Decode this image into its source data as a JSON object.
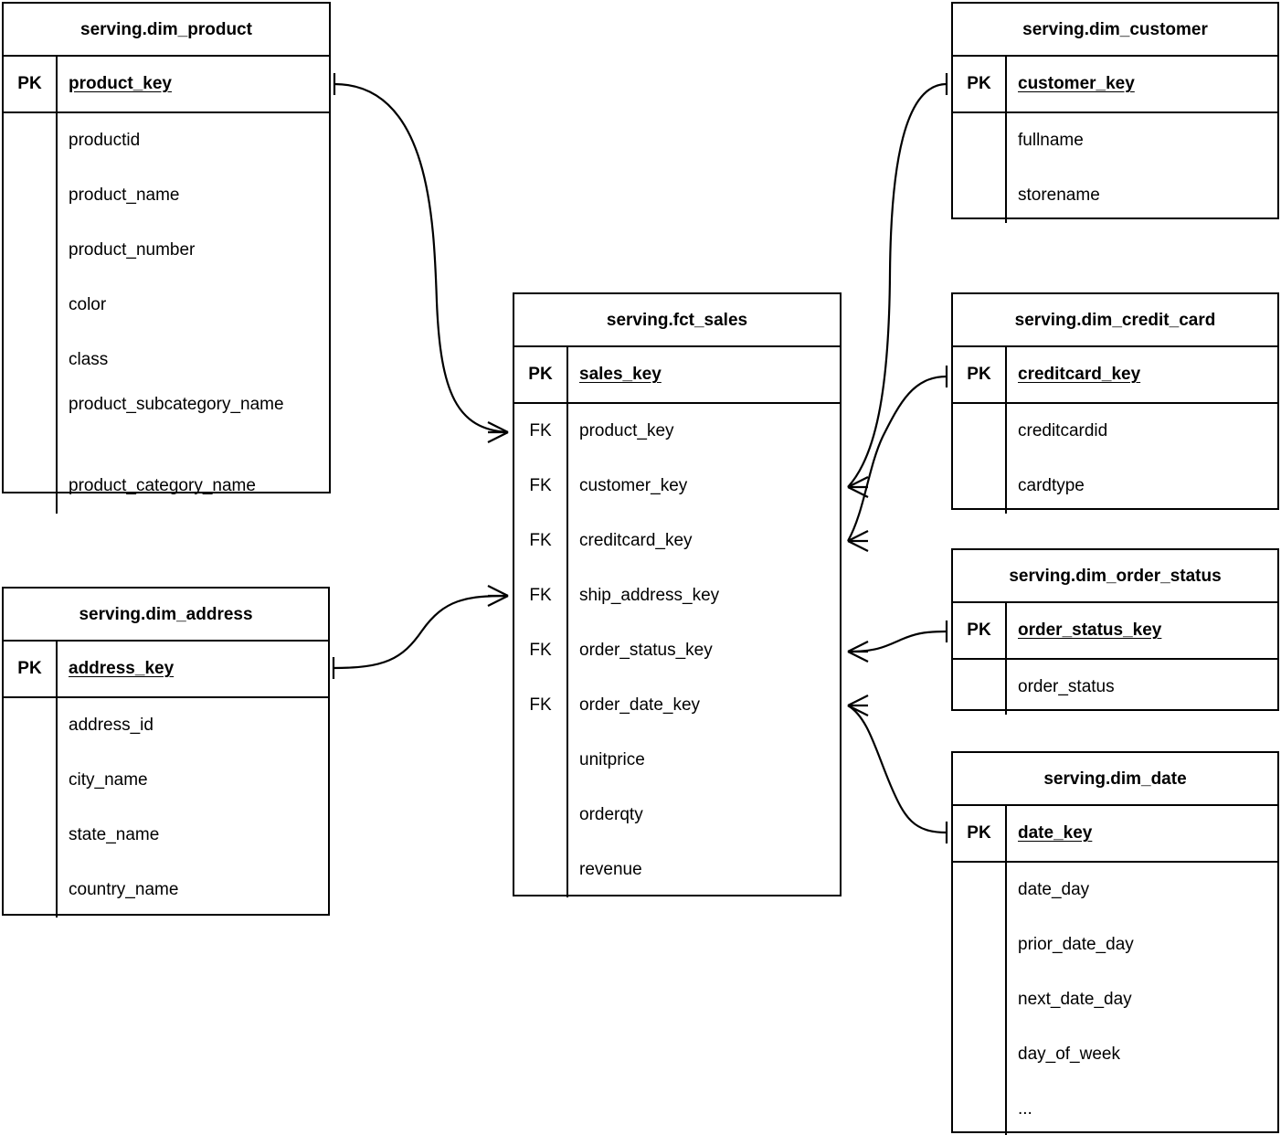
{
  "diagram": {
    "title": "serving layer star schema",
    "notation": "crow-foot",
    "background": "#ffffff",
    "line_color": "#000000"
  },
  "entities": [
    {
      "id": "dim_product",
      "name": "serving.dim_product",
      "pk": {
        "key": "PK",
        "column": "product_key"
      },
      "columns": [
        {
          "key": "",
          "column": "productid"
        },
        {
          "key": "",
          "column": "product_name"
        },
        {
          "key": "",
          "column": "product_number"
        },
        {
          "key": "",
          "column": "color"
        },
        {
          "key": "",
          "column": "class"
        },
        {
          "key": "",
          "column": "product_subcategory_name"
        },
        {
          "key": "",
          "column": "product_category_name"
        }
      ]
    },
    {
      "id": "dim_address",
      "name": "serving.dim_address",
      "pk": {
        "key": "PK",
        "column": "address_key"
      },
      "columns": [
        {
          "key": "",
          "column": "address_id"
        },
        {
          "key": "",
          "column": "city_name"
        },
        {
          "key": "",
          "column": "state_name"
        },
        {
          "key": "",
          "column": "country_name"
        }
      ]
    },
    {
      "id": "fct_sales",
      "name": "serving.fct_sales",
      "pk": {
        "key": "PK",
        "column": "sales_key"
      },
      "columns": [
        {
          "key": "FK",
          "column": "product_key"
        },
        {
          "key": "FK",
          "column": "customer_key"
        },
        {
          "key": "FK",
          "column": "creditcard_key"
        },
        {
          "key": "FK",
          "column": "ship_address_key"
        },
        {
          "key": "FK",
          "column": "order_status_key"
        },
        {
          "key": "FK",
          "column": "order_date_key"
        },
        {
          "key": "",
          "column": "unitprice"
        },
        {
          "key": "",
          "column": "orderqty"
        },
        {
          "key": "",
          "column": "revenue"
        }
      ]
    },
    {
      "id": "dim_customer",
      "name": "serving.dim_customer",
      "pk": {
        "key": "PK",
        "column": "customer_key"
      },
      "columns": [
        {
          "key": "",
          "column": "fullname"
        },
        {
          "key": "",
          "column": "storename"
        }
      ]
    },
    {
      "id": "dim_credit_card",
      "name": "serving.dim_credit_card",
      "pk": {
        "key": "PK",
        "column": "creditcard_key"
      },
      "columns": [
        {
          "key": "",
          "column": "creditcardid"
        },
        {
          "key": "",
          "column": "cardtype"
        }
      ]
    },
    {
      "id": "dim_order_status",
      "name": "serving.dim_order_status",
      "pk": {
        "key": "PK",
        "column": "order_status_key"
      },
      "columns": [
        {
          "key": "",
          "column": "order_status"
        }
      ]
    },
    {
      "id": "dim_date",
      "name": "serving.dim_date",
      "pk": {
        "key": "PK",
        "column": "date_key"
      },
      "columns": [
        {
          "key": "",
          "column": "date_day"
        },
        {
          "key": "",
          "column": "prior_date_day"
        },
        {
          "key": "",
          "column": "next_date_day"
        },
        {
          "key": "",
          "column": "day_of_week"
        },
        {
          "key": "",
          "column": "..."
        }
      ]
    }
  ],
  "relationships": [
    {
      "id": "rel-product-sales",
      "from": "dim_product.product_key",
      "to": "fct_sales.product_key",
      "from_cardinality": "one",
      "to_cardinality": "many"
    },
    {
      "id": "rel-address-sales",
      "from": "dim_address.address_key",
      "to": "fct_sales.ship_address_key",
      "from_cardinality": "one",
      "to_cardinality": "many"
    },
    {
      "id": "rel-customer-sales",
      "from": "dim_customer.customer_key",
      "to": "fct_sales.customer_key",
      "from_cardinality": "one",
      "to_cardinality": "many"
    },
    {
      "id": "rel-creditcard-sales",
      "from": "dim_credit_card.creditcard_key",
      "to": "fct_sales.creditcard_key",
      "from_cardinality": "one",
      "to_cardinality": "many"
    },
    {
      "id": "rel-orderstatus-sales",
      "from": "dim_order_status.order_status_key",
      "to": "fct_sales.order_status_key",
      "from_cardinality": "one",
      "to_cardinality": "many"
    },
    {
      "id": "rel-date-sales",
      "from": "dim_date.date_key",
      "to": "fct_sales.order_date_key",
      "from_cardinality": "one",
      "to_cardinality": "many"
    }
  ]
}
